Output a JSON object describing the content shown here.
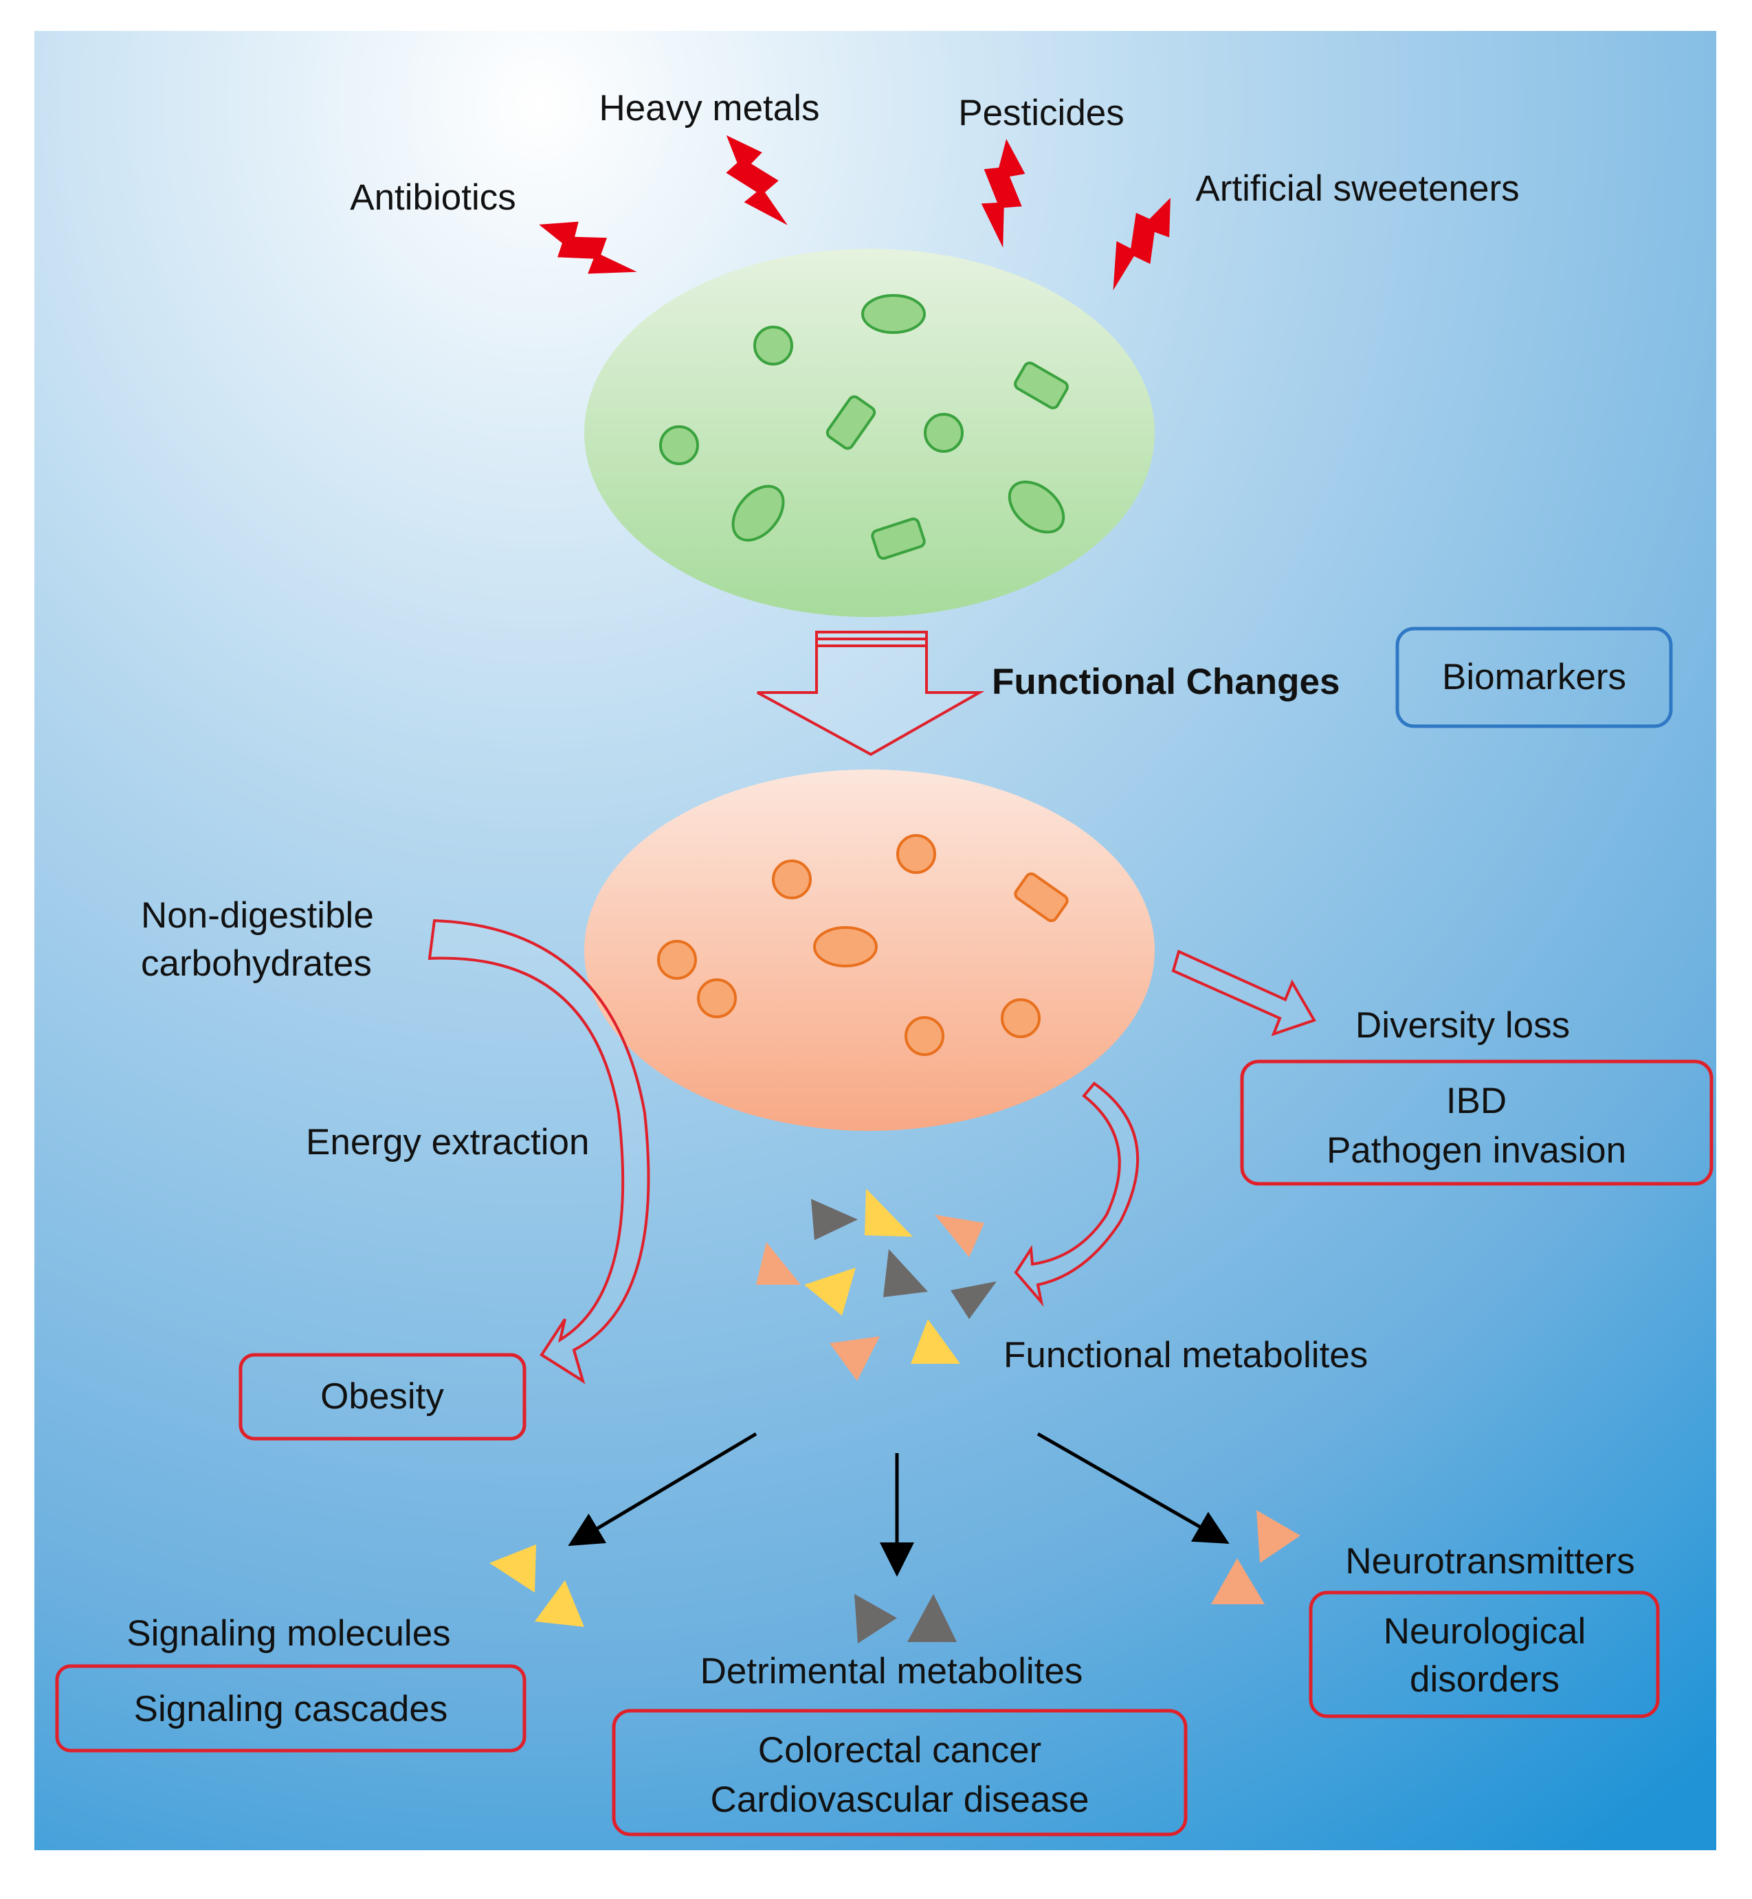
{
  "stressors": {
    "antibiotics": "Antibiotics",
    "heavy_metals": "Heavy metals",
    "pesticides": "Pesticides",
    "artificial_sweeteners": "Artificial sweeteners"
  },
  "functional_changes": "Functional Changes",
  "biomarkers": "Biomarkers",
  "non_digestible": {
    "line1": "Non-digestible",
    "line2": "carbohydrates"
  },
  "energy_extraction": "Energy extraction",
  "obesity": "Obesity",
  "diversity_loss": "Diversity loss",
  "diversity_box": {
    "line1": "IBD",
    "line2": "Pathogen invasion"
  },
  "functional_metabolites": "Functional metabolites",
  "signaling_molecules": "Signaling molecules",
  "signaling_cascades": "Signaling cascades",
  "detrimental_metabolites": "Detrimental metabolites",
  "detrimental_box": {
    "line1": "Colorectal cancer",
    "line2": "Cardiovascular disease"
  },
  "neurotransmitters": "Neurotransmitters",
  "neuro_box": {
    "line1": "Neurological",
    "line2": "disorders"
  },
  "colors": {
    "healthy": "#96d38a",
    "dysbiotic": "#f6a773",
    "outcome_border": "#e0202a",
    "biomarker_border": "#2f78c4",
    "yellow": "#ffd34d",
    "gray": "#6c6969",
    "orange": "#f6a57b"
  }
}
